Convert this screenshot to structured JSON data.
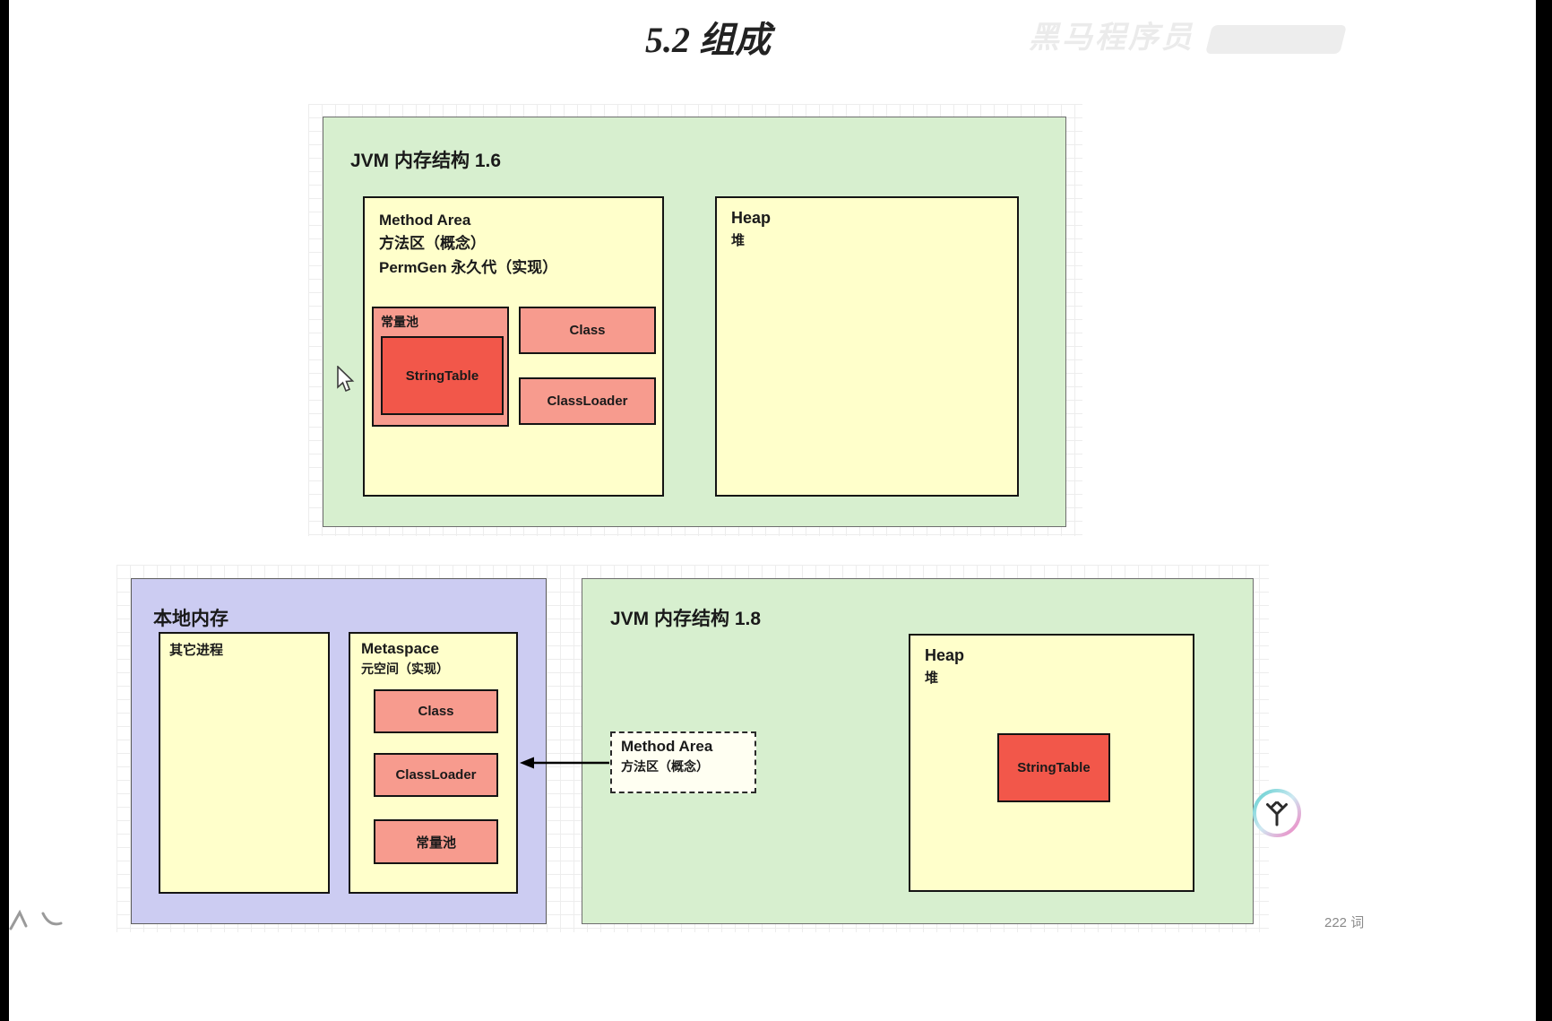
{
  "page": {
    "title": "5.2 组成",
    "watermark": "黑马程序员",
    "word_count": "222 词"
  },
  "jvm16": {
    "title": "JVM 内存结构 1.6",
    "method_area": {
      "name": "Method Area",
      "line2": "方法区（概念）",
      "line3": "PermGen 永久代（实现）",
      "constant_pool": "常量池",
      "string_table": "StringTable",
      "class": "Class",
      "classloader": "ClassLoader"
    },
    "heap": {
      "name": "Heap",
      "cn": "堆"
    }
  },
  "native": {
    "title": "本地内存",
    "other_process": "其它进程",
    "metaspace": {
      "name": "Metaspace",
      "cn": "元空间（实现）",
      "class": "Class",
      "classloader": "ClassLoader",
      "constant_pool": "常量池"
    }
  },
  "jvm18": {
    "title": "JVM 内存结构 1.8",
    "method_area": {
      "name": "Method Area",
      "cn": "方法区（概念）"
    },
    "heap": {
      "name": "Heap",
      "cn": "堆",
      "string_table": "StringTable"
    }
  },
  "colors": {
    "diagram_green": "#d7efcf",
    "box_yellow": "#ffffcb",
    "native_purple": "#ccccf2",
    "salmon": "#f79b8e",
    "string_table_red": "#f2574a"
  }
}
